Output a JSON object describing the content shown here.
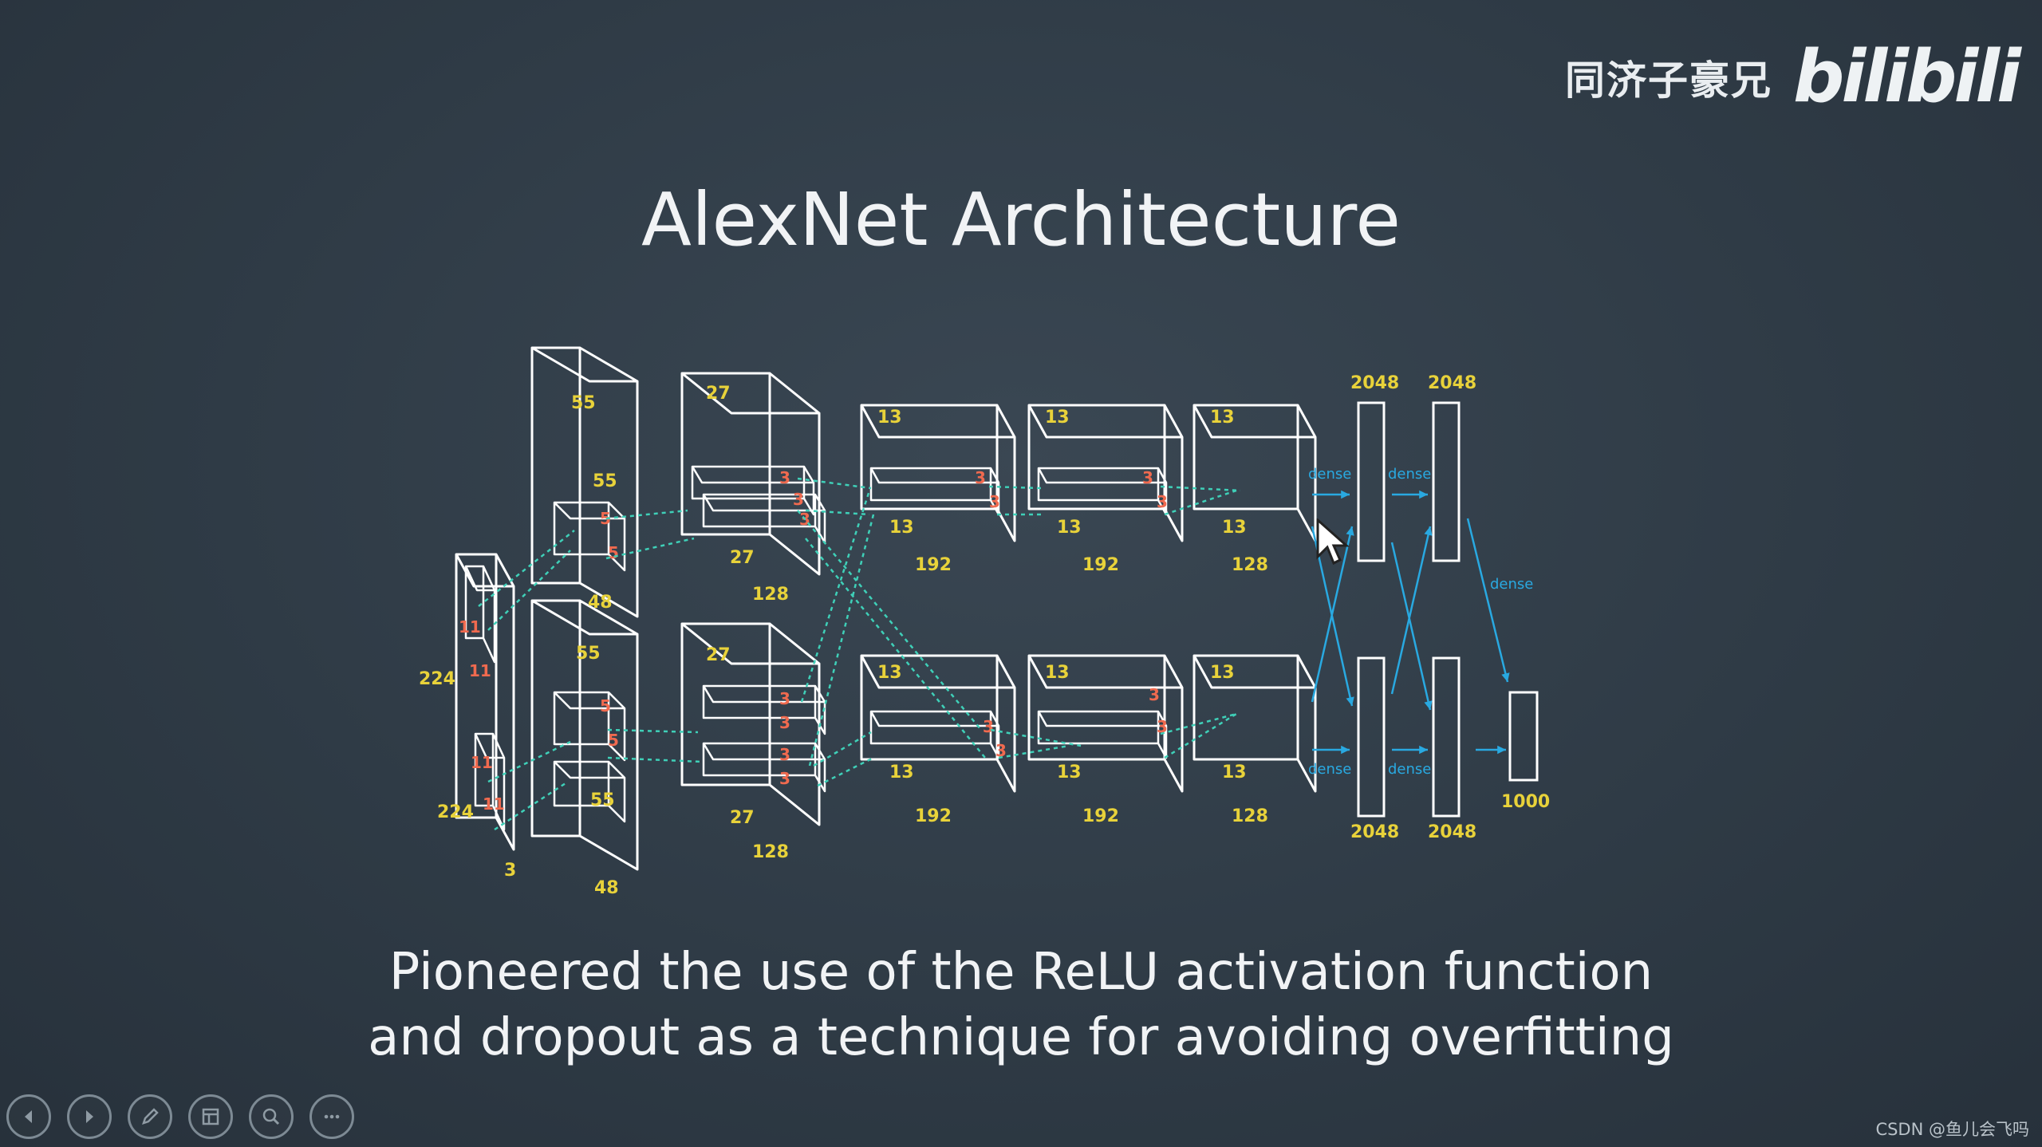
{
  "watermark": {
    "name": "同济子豪兄",
    "logo": "bilibili"
  },
  "slide": {
    "title": "AlexNet Architecture",
    "caption_line1": "Pioneered the use of the ReLU activation function",
    "caption_line2": "and dropout as a technique for avoiding overfitting"
  },
  "diagram_labels": {
    "input_h": "224",
    "input_w": "224",
    "input_d": "3",
    "k11": "11",
    "k5": "5",
    "k3": "3",
    "c1_h": "55",
    "c1_w": "55",
    "c1_d": "48",
    "c2_hw": "27",
    "c2_d": "128",
    "c3_hw": "13",
    "c3_d": "192",
    "c4_d": "192",
    "c5_d": "128",
    "fc": "2048",
    "out": "1000",
    "dense": "dense"
  },
  "colors": {
    "label": "#e8d23a",
    "kernel": "#f06a4f",
    "dense": "#29a9e1",
    "conn": "#3fd0b8",
    "box": "#ffffff"
  },
  "toolbar": {
    "icons": [
      "prev-icon",
      "next-icon",
      "pen-icon",
      "slides-icon",
      "zoom-icon",
      "more-icon"
    ]
  },
  "footer": {
    "csdn": "CSDN @鱼儿会飞吗"
  }
}
